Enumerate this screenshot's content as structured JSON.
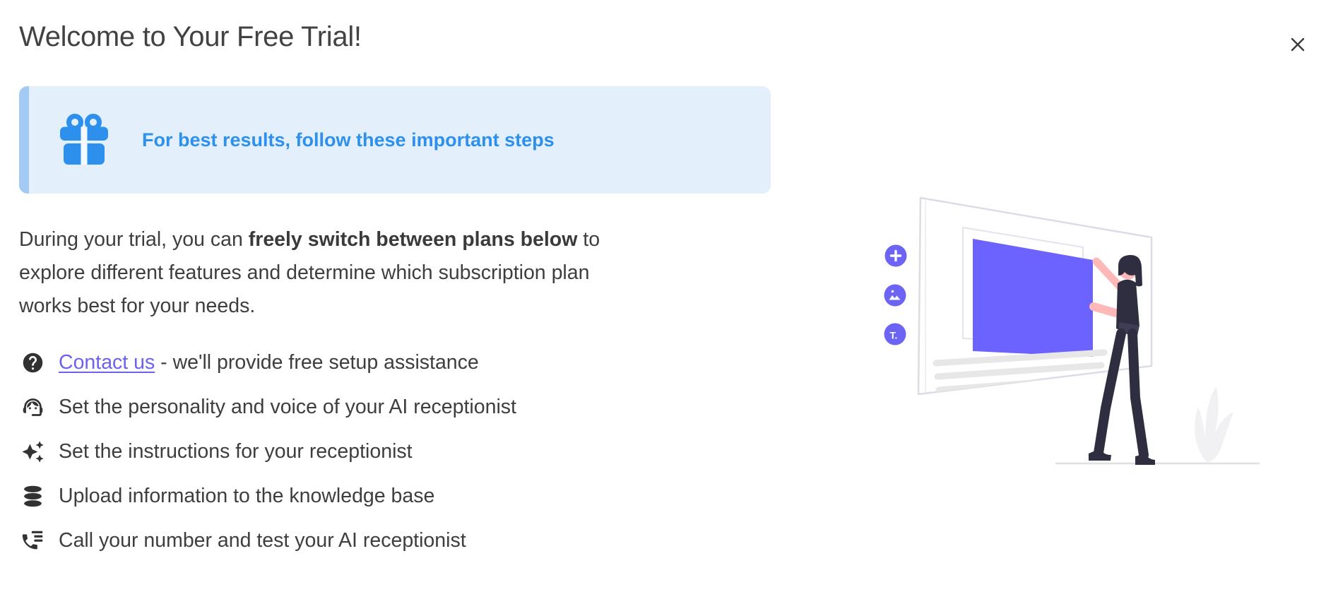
{
  "modal": {
    "title": "Welcome to Your Free Trial!",
    "close_icon": "close-icon"
  },
  "banner": {
    "icon": "gift-icon",
    "text": "For best results, follow these important steps",
    "bg_color": "#e3f0fc",
    "border_color": "#a4caf4",
    "accent_color": "#2e90ed"
  },
  "intro_lines": [
    {
      "pre": "During your trial, you can ",
      "bold": "freely switch between plans below",
      "post": " to"
    },
    {
      "pre": "explore different features and determine which subscription plan",
      "bold": "",
      "post": ""
    },
    {
      "pre": "works best for your needs.",
      "bold": "",
      "post": ""
    }
  ],
  "steps": [
    {
      "icon": "help-icon",
      "link": "Contact us",
      "text": " - we'll provide free setup assistance"
    },
    {
      "icon": "support-agent-icon",
      "link": "",
      "text": "Set the personality and voice of your AI receptionist"
    },
    {
      "icon": "sparkles-icon",
      "link": "",
      "text": "Set the instructions for your receptionist"
    },
    {
      "icon": "database-icon",
      "link": "",
      "text": "Upload information to the knowledge base"
    },
    {
      "icon": "phone-list-icon",
      "link": "",
      "text": "Call your number and test your AI receptionist"
    }
  ],
  "illustration": {
    "purple": "#6c63ff",
    "button_purple": "#6d64f5",
    "skin": "#ffb8b8",
    "dark": "#2f2e41",
    "buttons": [
      "plus-icon",
      "image-icon",
      "text-icon"
    ]
  },
  "colors": {
    "title_text": "#424242",
    "body_text": "#3e3e3e",
    "link_purple": "#6b63f0",
    "icon_dark": "#323232"
  }
}
